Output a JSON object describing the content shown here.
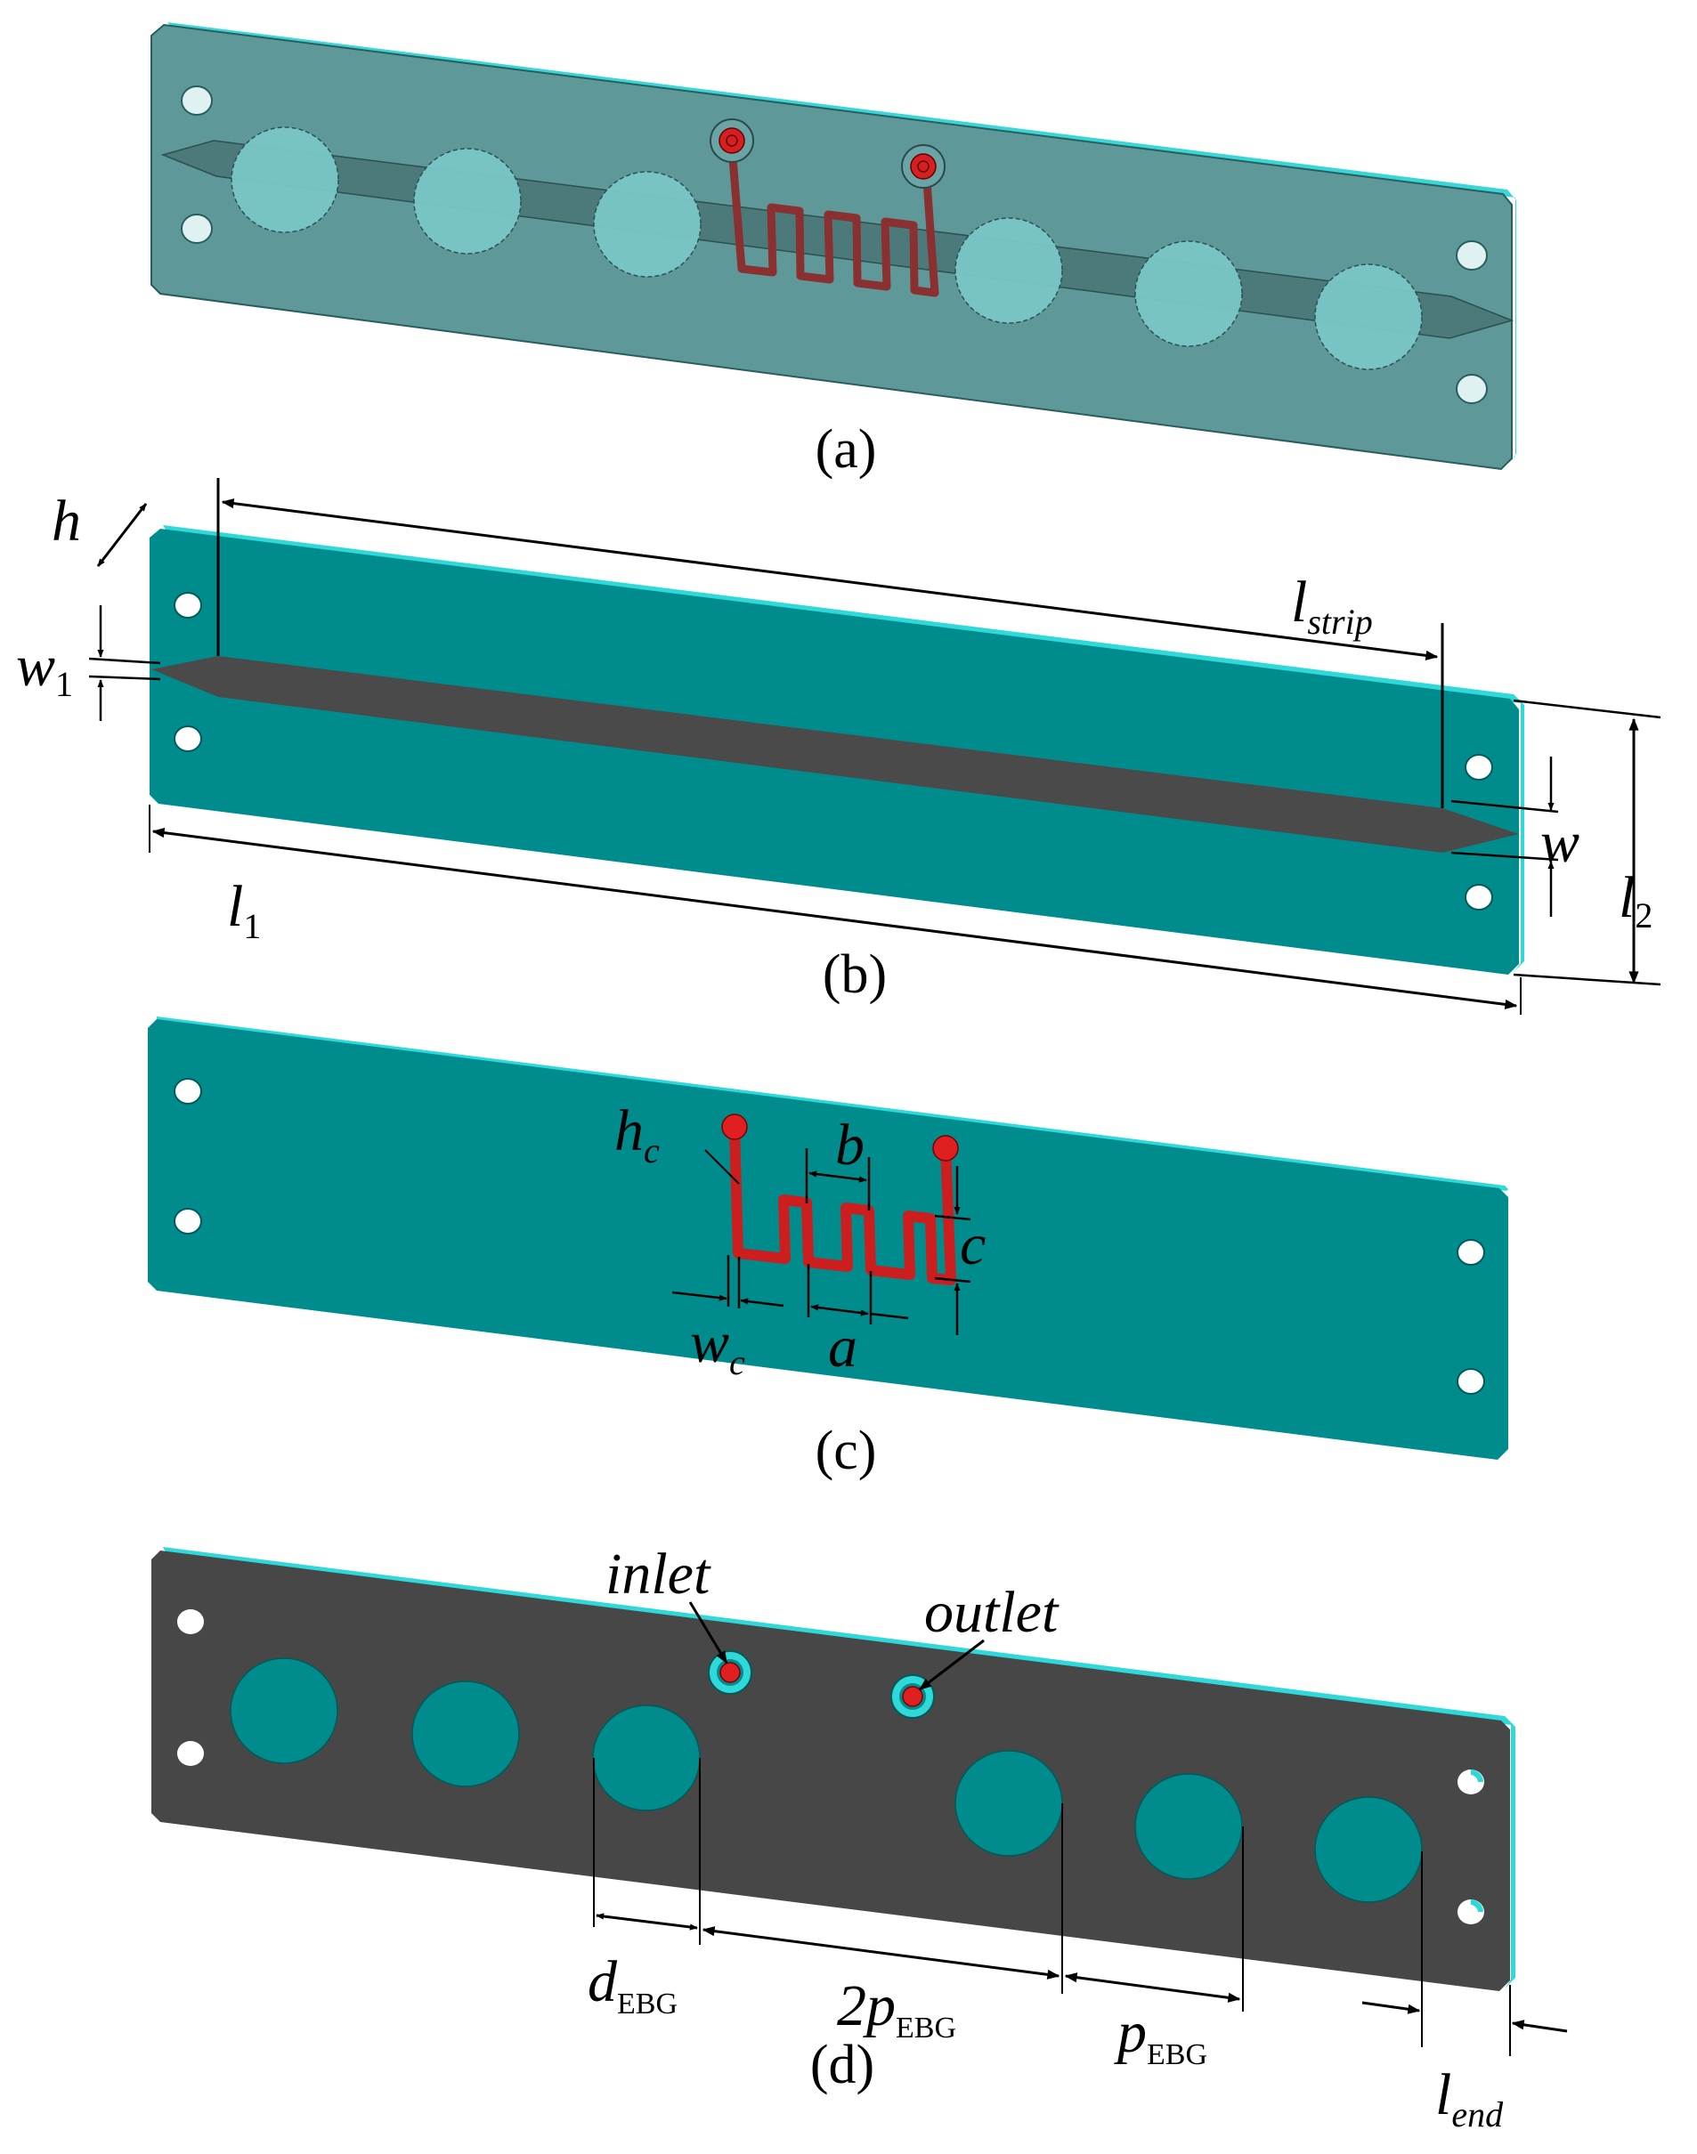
{
  "panels": {
    "a": {
      "caption": "(a)"
    },
    "b": {
      "caption": "(b)"
    },
    "c": {
      "caption": "(c)"
    },
    "d": {
      "caption": "(d)"
    }
  },
  "labels": {
    "h": {
      "base": "h",
      "sub": ""
    },
    "w1": {
      "base": "w",
      "sub": "1"
    },
    "l_strip": {
      "base": "l",
      "sub": "strip"
    },
    "w": {
      "base": "w",
      "sub": ""
    },
    "l1": {
      "base": "l",
      "sub": "1"
    },
    "l2": {
      "base": "l",
      "sub": "2"
    },
    "h_c": {
      "base": "h",
      "sub": "c"
    },
    "b": {
      "base": "b",
      "sub": ""
    },
    "c": {
      "base": "c",
      "sub": ""
    },
    "w_c": {
      "base": "w",
      "sub": "c"
    },
    "a": {
      "base": "a",
      "sub": ""
    },
    "inlet": "inlet",
    "outlet": "outlet",
    "d_EBG": {
      "base": "d",
      "sub": "EBG"
    },
    "2p_EBG": {
      "base": "2p",
      "sub": "EBG"
    },
    "p_EBG": {
      "base": "p",
      "sub": "EBG"
    },
    "l_end": {
      "base": "l",
      "sub": "end"
    }
  },
  "colors": {
    "board_teal": "#008c8c",
    "board_top_edge": "#2fd9d9",
    "transparent_board": "#5e9898",
    "strip_dark": "#4a4a4a",
    "ground_dark": "#474747",
    "channel_red": "#cc1e1e",
    "hole_light": "#dff1f1",
    "ebg_hole_transparent": "#7ac6c6",
    "dimension_line": "#000000"
  }
}
